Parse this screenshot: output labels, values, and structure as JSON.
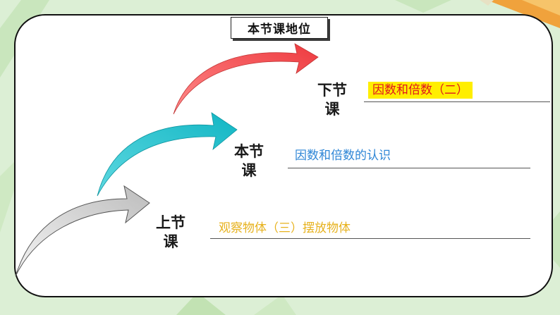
{
  "title": "本节课地位",
  "stages": {
    "next": {
      "label_line1": "下节",
      "label_line2": "课",
      "topic": "因数和倍数（二）"
    },
    "current": {
      "label_line1": "本节",
      "label_line2": "课",
      "topic": "因数和倍数的认识"
    },
    "previous": {
      "label_line1": "上节",
      "label_line2": "课",
      "topic": "观察物体（三）摆放物体"
    }
  },
  "colors": {
    "background": "#dcefd5",
    "next_arrow": "#f25252",
    "current_arrow": "#2ec4cf",
    "previous_arrow": "#c9c9c9",
    "next_topic_text": "#e0141e",
    "next_topic_highlight": "#ffee00",
    "current_topic_text": "#2e86d6",
    "previous_topic_text": "#e7b21e",
    "pencil_orange": "#f0a23c"
  }
}
